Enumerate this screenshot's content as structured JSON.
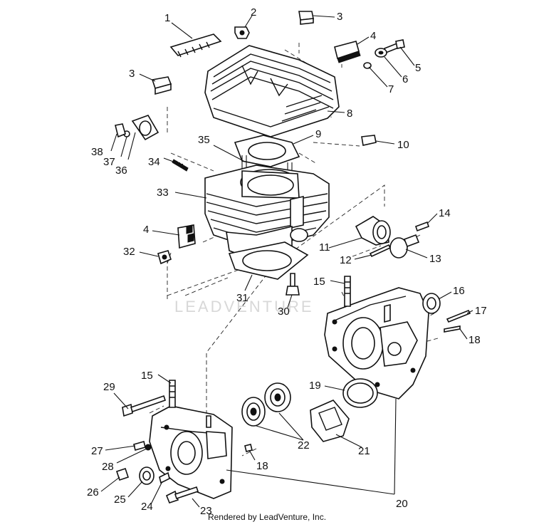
{
  "watermark": "LEADVENTURE",
  "footer": "Rendered by LeadVenture, Inc.",
  "callouts": [
    "1",
    "2",
    "3",
    "3",
    "4",
    "5",
    "6",
    "7",
    "8",
    "9",
    "10",
    "35",
    "38",
    "37",
    "36",
    "34",
    "33",
    "4",
    "32",
    "11",
    "12",
    "13",
    "14",
    "15",
    "16",
    "17",
    "18",
    "31",
    "30",
    "15",
    "29",
    "19",
    "22",
    "21",
    "27",
    "28",
    "18",
    "26",
    "25",
    "24",
    "23",
    "20"
  ],
  "colors": {
    "ink": "#111111",
    "background": "#ffffff",
    "watermark": "#d8d8d8"
  }
}
